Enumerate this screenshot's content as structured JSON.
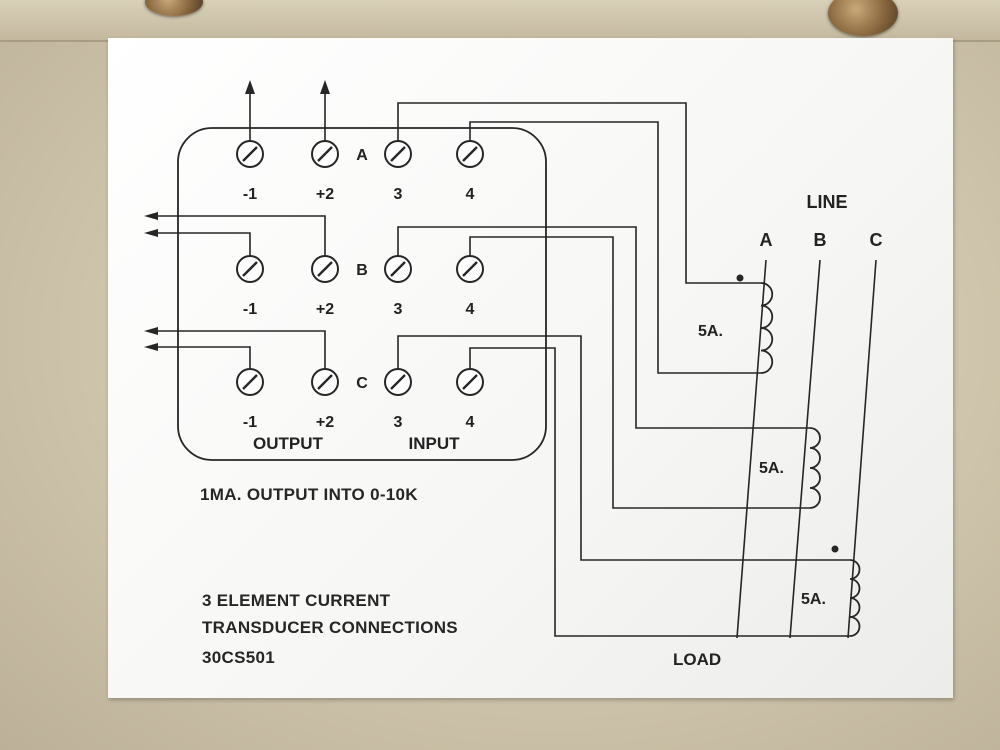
{
  "terminal_block": {
    "rows": [
      {
        "phase": "A",
        "terminals": [
          "-1",
          "+2",
          "3",
          "4"
        ]
      },
      {
        "phase": "B",
        "terminals": [
          "-1",
          "+2",
          "3",
          "4"
        ]
      },
      {
        "phase": "C",
        "terminals": [
          "-1",
          "+2",
          "3",
          "4"
        ]
      }
    ],
    "output_label": "OUTPUT",
    "input_label": "INPUT"
  },
  "line": {
    "title": "LINE",
    "phases": [
      "A",
      "B",
      "C"
    ],
    "load_label": "LOAD"
  },
  "ct_labels": [
    "5A.",
    "5A.",
    "5A."
  ],
  "output_spec": "1MA. OUTPUT INTO 0-10K",
  "caption": {
    "line1": "3 ELEMENT CURRENT",
    "line2": "TRANSDUCER CONNECTIONS",
    "model": "30CS501"
  },
  "colors": {
    "ink": "#262626",
    "label_background": "#f8f8f6",
    "housing": "#cfc5ac"
  }
}
